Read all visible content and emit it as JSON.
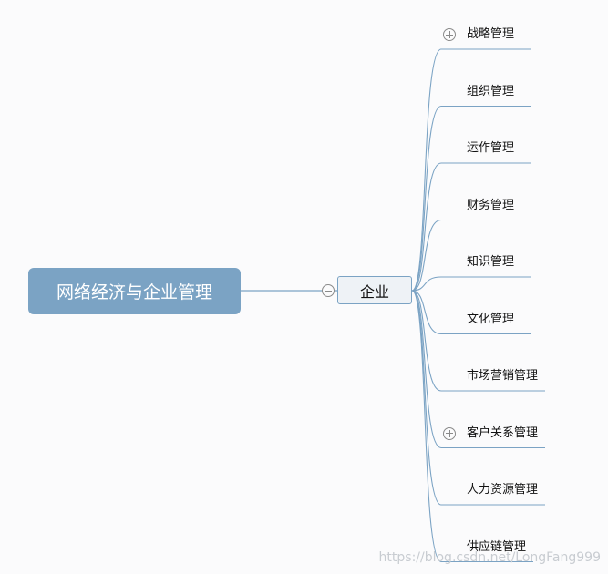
{
  "mindmap": {
    "root": {
      "label": "网络经济与企业管理"
    },
    "center": {
      "label": "企业"
    },
    "branches": [
      {
        "label": "战略管理",
        "collapsed": true
      },
      {
        "label": "组织管理",
        "collapsed": false
      },
      {
        "label": "运作管理",
        "collapsed": false
      },
      {
        "label": "财务管理",
        "collapsed": false
      },
      {
        "label": "知识管理",
        "collapsed": false
      },
      {
        "label": "文化管理",
        "collapsed": false
      },
      {
        "label": "市场营销管理",
        "collapsed": false
      },
      {
        "label": "客户关系管理",
        "collapsed": true
      },
      {
        "label": "人力资源管理",
        "collapsed": false
      },
      {
        "label": "供应链管理",
        "collapsed": false
      }
    ]
  },
  "colors": {
    "root_fill": "#7ba3c4",
    "connector": "#7ba3c4",
    "center_fill": "#eef2f6",
    "background": "#fbfbfc"
  },
  "icons": {
    "expand": "plus-circle-icon",
    "collapse": "minus-circle-icon"
  },
  "watermark": {
    "text": "https://blog.csdn.net/LongFang999"
  }
}
